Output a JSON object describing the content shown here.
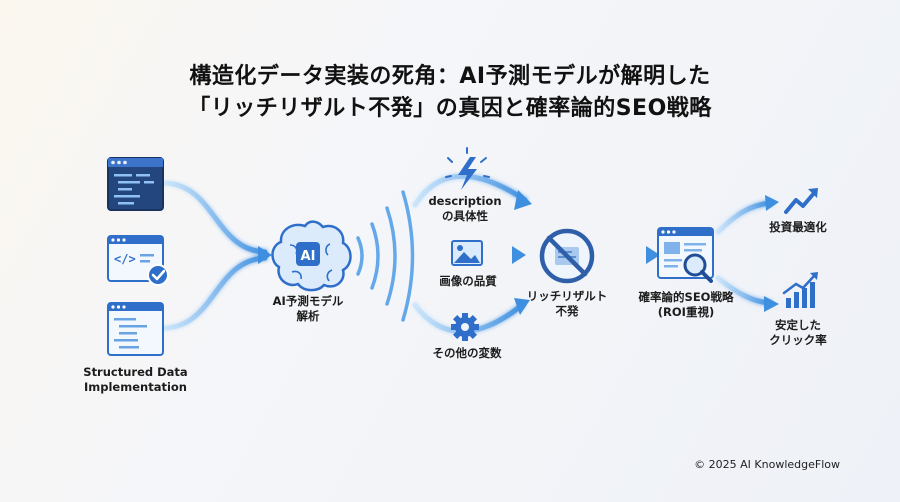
{
  "title_line1": "構造化データ実装の死角：AI予測モデルが解明した",
  "title_line2": "「リッチリザルト不発」の真因と確率論的SEO戦略",
  "nodes": {
    "structured_data": "Structured Data Implementation",
    "structured_data_l1": "Structured Data",
    "structured_data_l2": "Implementation",
    "ai_label_l1": "AI予測モデル",
    "ai_label_l2": "解析",
    "ai_icon_text": "AI",
    "description_l1": "description",
    "description_l2": "の具体性",
    "image_quality": "画像の品質",
    "other_vars": "その他の変数",
    "rich_fail_l1": "リッチリザルト",
    "rich_fail_l2": "不発",
    "seo_strategy_l1": "確率論的SEO戦略",
    "seo_strategy_l2": "(ROI重視)",
    "invest_opt": "投資最適化",
    "stable_click_l1": "安定した",
    "stable_click_l2": "クリック率"
  },
  "footer": "© 2025 AI KnowledgeFlow",
  "colors": {
    "primary_blue": "#2f6fc9",
    "flow_blue": "#4a9be8",
    "light_blue": "#a9d0f5",
    "dark_navy": "#23395e"
  },
  "icons": [
    "code-window-icon",
    "code-check-icon",
    "document-window-icon",
    "ai-brain-icon",
    "lightning-icon",
    "image-icon",
    "gear-icon",
    "prohibited-icon",
    "magnifier-report-icon",
    "trend-up-icon",
    "bar-chart-icon"
  ]
}
